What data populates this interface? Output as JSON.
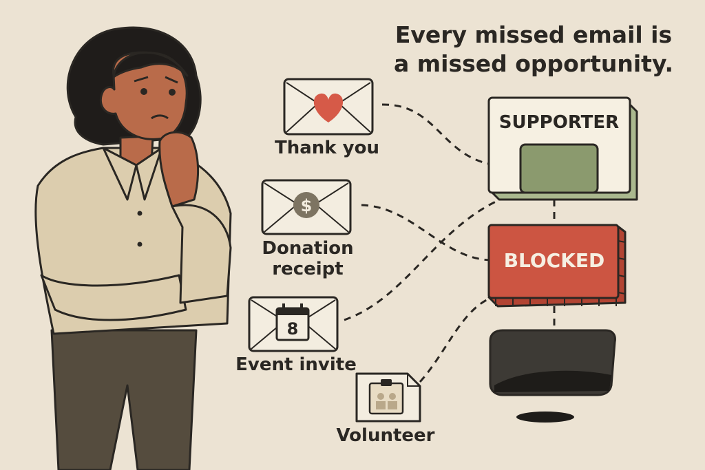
{
  "headline": {
    "line1": "Every missed email is",
    "line2": "a missed opportunity."
  },
  "emails": [
    {
      "icon": "heart-icon",
      "label_line1": "Thank you",
      "label_line2": ""
    },
    {
      "icon": "dollar-icon",
      "label_line1": "Donation",
      "label_line2": "receipt"
    },
    {
      "icon": "calendar-icon",
      "label_line1": "Event invite",
      "label_line2": "",
      "calendar_day": "8"
    },
    {
      "icon": "clipboard-icon",
      "label_line1": "Volunteer",
      "label_line2": ""
    }
  ],
  "supporter_box": {
    "label": "SUPPORTER"
  },
  "blocked_wall": {
    "label": "BLOCKED"
  },
  "colors": {
    "background": "#ece3d3",
    "ink": "#2a2723",
    "envelope": "#f3ede0",
    "heart": "#d65a48",
    "coin": "#7d7462",
    "supporter_inbox": "#8b9a6e",
    "supporter_shadow": "#aab88e",
    "blocked": "#cc5542",
    "bin": "#3d3a35",
    "shirt": "#dccdae",
    "pants": "#554c3e",
    "skin": "#b96b4a",
    "hair": "#1f1c1a"
  }
}
